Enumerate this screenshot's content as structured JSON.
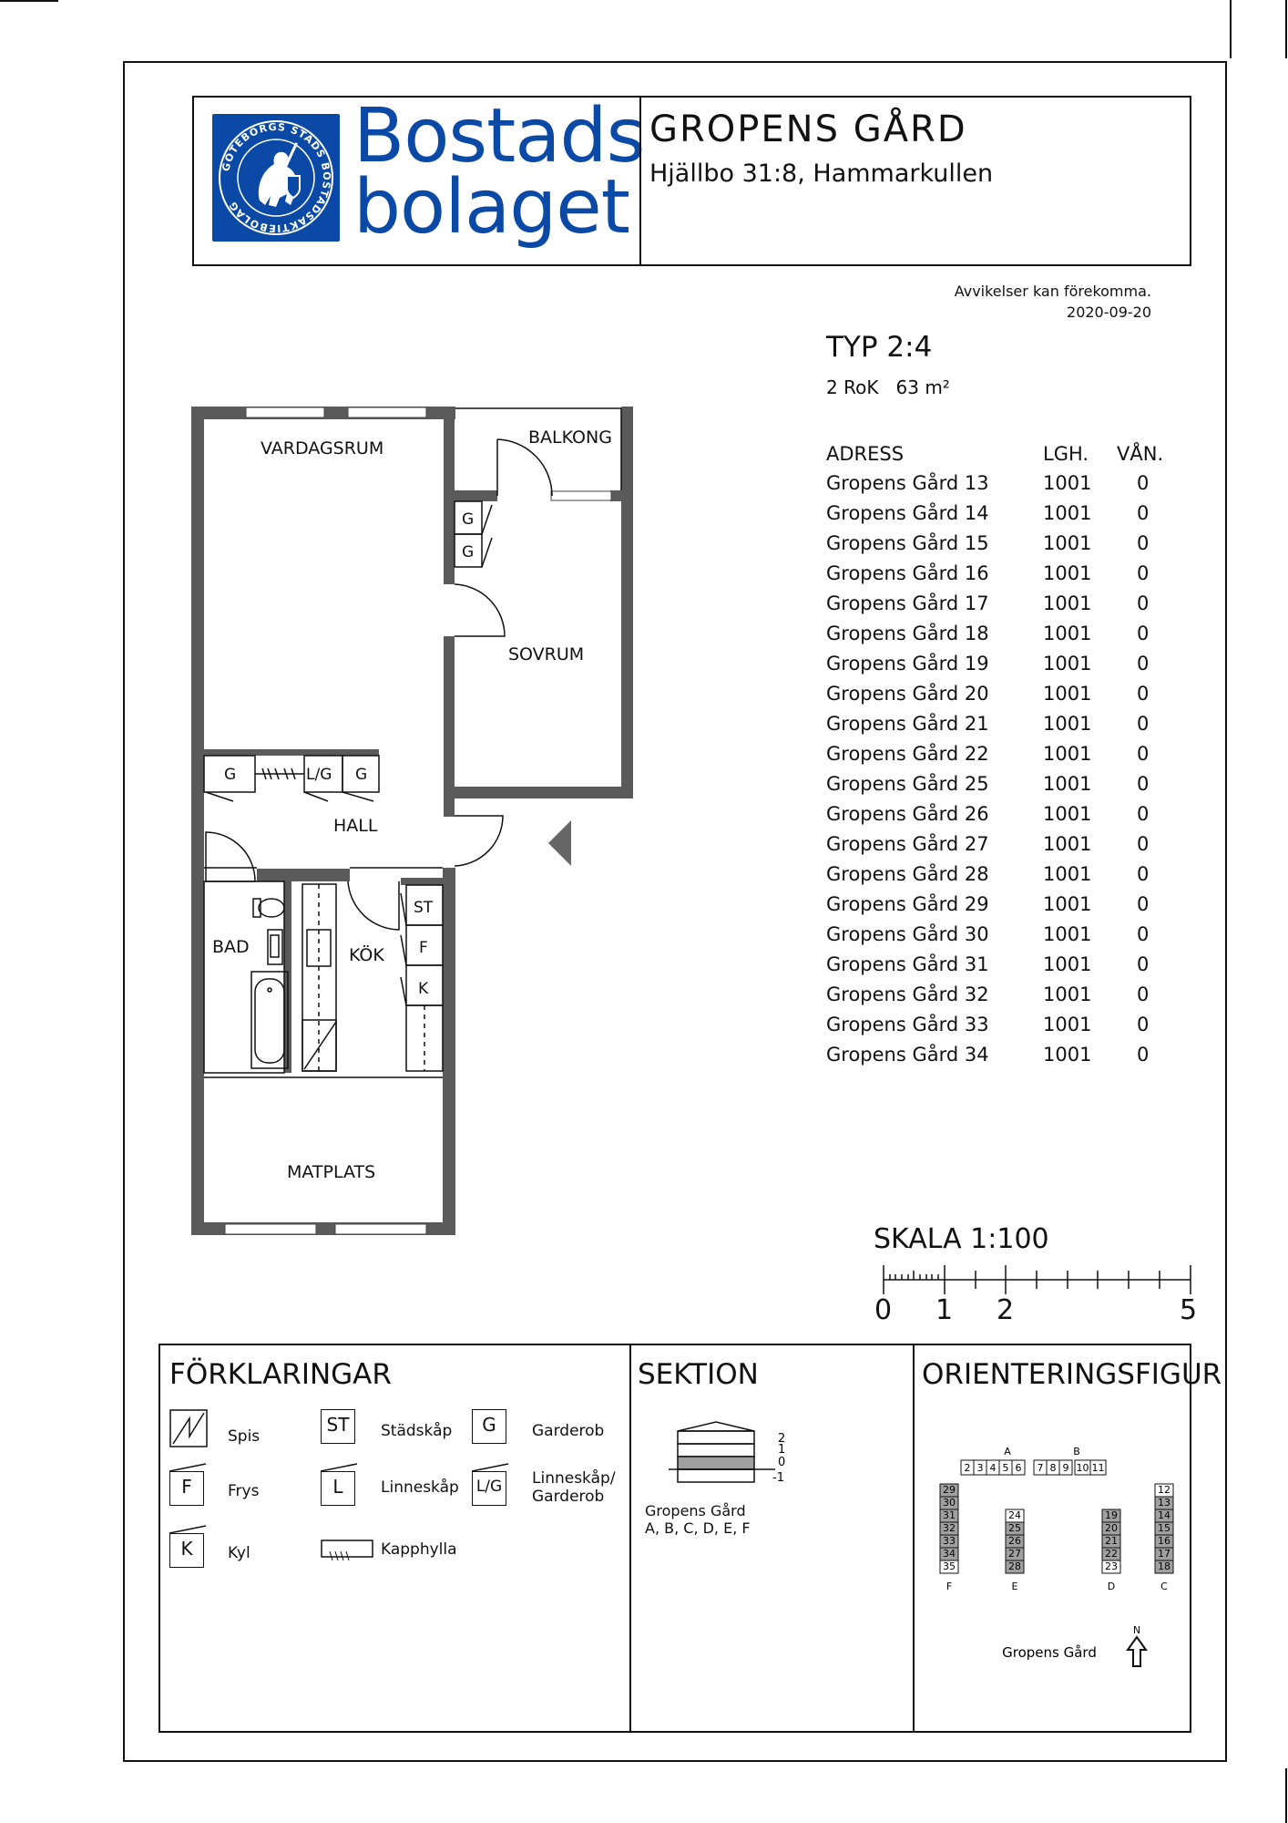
{
  "header": {
    "logo_ring_text": "GÖTEBORGS STADS BOSTADSAKTIEBOLAG",
    "logo_line1": "Bostads",
    "logo_line2": "bolaget",
    "title": "GROPENS GÅRD",
    "subtitle": "Hjällbo 31:8, Hammarkullen"
  },
  "notes": {
    "disclaimer": "Avvikelser kan förekomma.",
    "date": "2020-09-20"
  },
  "apartment": {
    "type": "TYP 2:4",
    "rooms": "2 RoK",
    "area": "63 m²"
  },
  "table": {
    "headers": [
      "ADRESS",
      "LGH.",
      "VÅN."
    ],
    "rows": [
      [
        "Gropens Gård 13",
        "1001",
        "0"
      ],
      [
        "Gropens Gård 14",
        "1001",
        "0"
      ],
      [
        "Gropens Gård 15",
        "1001",
        "0"
      ],
      [
        "Gropens Gård 16",
        "1001",
        "0"
      ],
      [
        "Gropens Gård 17",
        "1001",
        "0"
      ],
      [
        "Gropens Gård 18",
        "1001",
        "0"
      ],
      [
        "Gropens Gård 19",
        "1001",
        "0"
      ],
      [
        "Gropens Gård 20",
        "1001",
        "0"
      ],
      [
        "Gropens Gård 21",
        "1001",
        "0"
      ],
      [
        "Gropens Gård 22",
        "1001",
        "0"
      ],
      [
        "Gropens Gård 25",
        "1001",
        "0"
      ],
      [
        "Gropens Gård 26",
        "1001",
        "0"
      ],
      [
        "Gropens Gård 27",
        "1001",
        "0"
      ],
      [
        "Gropens Gård 28",
        "1001",
        "0"
      ],
      [
        "Gropens Gård 29",
        "1001",
        "0"
      ],
      [
        "Gropens Gård 30",
        "1001",
        "0"
      ],
      [
        "Gropens Gård 31",
        "1001",
        "0"
      ],
      [
        "Gropens Gård 32",
        "1001",
        "0"
      ],
      [
        "Gropens Gård 33",
        "1001",
        "0"
      ],
      [
        "Gropens Gård 34",
        "1001",
        "0"
      ]
    ]
  },
  "rooms": {
    "vardagsrum": "VARDAGSRUM",
    "balkong": "BALKONG",
    "sovrum": "SOVRUM",
    "hall": "HALL",
    "bad": "BAD",
    "kok": "KÖK",
    "matplats": "MATPLATS",
    "g": "G",
    "lg": "L/G",
    "st": "ST",
    "f": "F",
    "k": "K"
  },
  "scale": {
    "title": "SKALA 1:100",
    "n0": "0",
    "n1": "1",
    "n2": "2",
    "n5": "5"
  },
  "legend": {
    "title": "FÖRKLARINGAR",
    "spis": "Spis",
    "frys": "Frys",
    "kyl": "Kyl",
    "stadskap": "Städskåp",
    "linneskap": "Linneskåp",
    "kapphylla": "Kapphylla",
    "garderob": "Garderob",
    "linneskap_garderob_1": "Linneskåp/",
    "linneskap_garderob_2": "Garderob",
    "sym_st": "ST",
    "sym_l": "L",
    "sym_g": "G",
    "sym_lg": "L/G",
    "sym_f": "F",
    "sym_k": "K"
  },
  "section": {
    "title": "SEKTION",
    "levels": [
      "2",
      "1",
      "0",
      "-1"
    ],
    "label1": "Gropens Gård",
    "label2": "A, B, C, D, E, F"
  },
  "orientation": {
    "title": "ORIENTERINGSFIGUR",
    "A": "A",
    "B": "B",
    "C": "C",
    "D": "D",
    "E": "E",
    "F": "F",
    "row_a": [
      "2",
      "3",
      "4",
      "5",
      "6"
    ],
    "row_b": [
      "7",
      "8",
      "9",
      "10",
      "11"
    ],
    "col_f": [
      "29",
      "30",
      "31",
      "32",
      "33",
      "34",
      "35"
    ],
    "col_e": [
      "24",
      "25",
      "26",
      "27",
      "28"
    ],
    "col_d": [
      "19",
      "20",
      "21",
      "22",
      "23"
    ],
    "col_c": [
      "12",
      "13",
      "14",
      "15",
      "16",
      "17",
      "18"
    ],
    "highlighted": [
      "13",
      "14",
      "15",
      "16",
      "17",
      "18",
      "19",
      "20",
      "21",
      "22",
      "25",
      "26",
      "27",
      "28",
      "29",
      "30",
      "31",
      "32",
      "33",
      "34"
    ],
    "caption": "Gropens Gård",
    "north": "N"
  },
  "colors": {
    "brand_blue": "#0a4aa6",
    "wall": "#5a5a5a",
    "highlight": "#a0a0a0"
  }
}
